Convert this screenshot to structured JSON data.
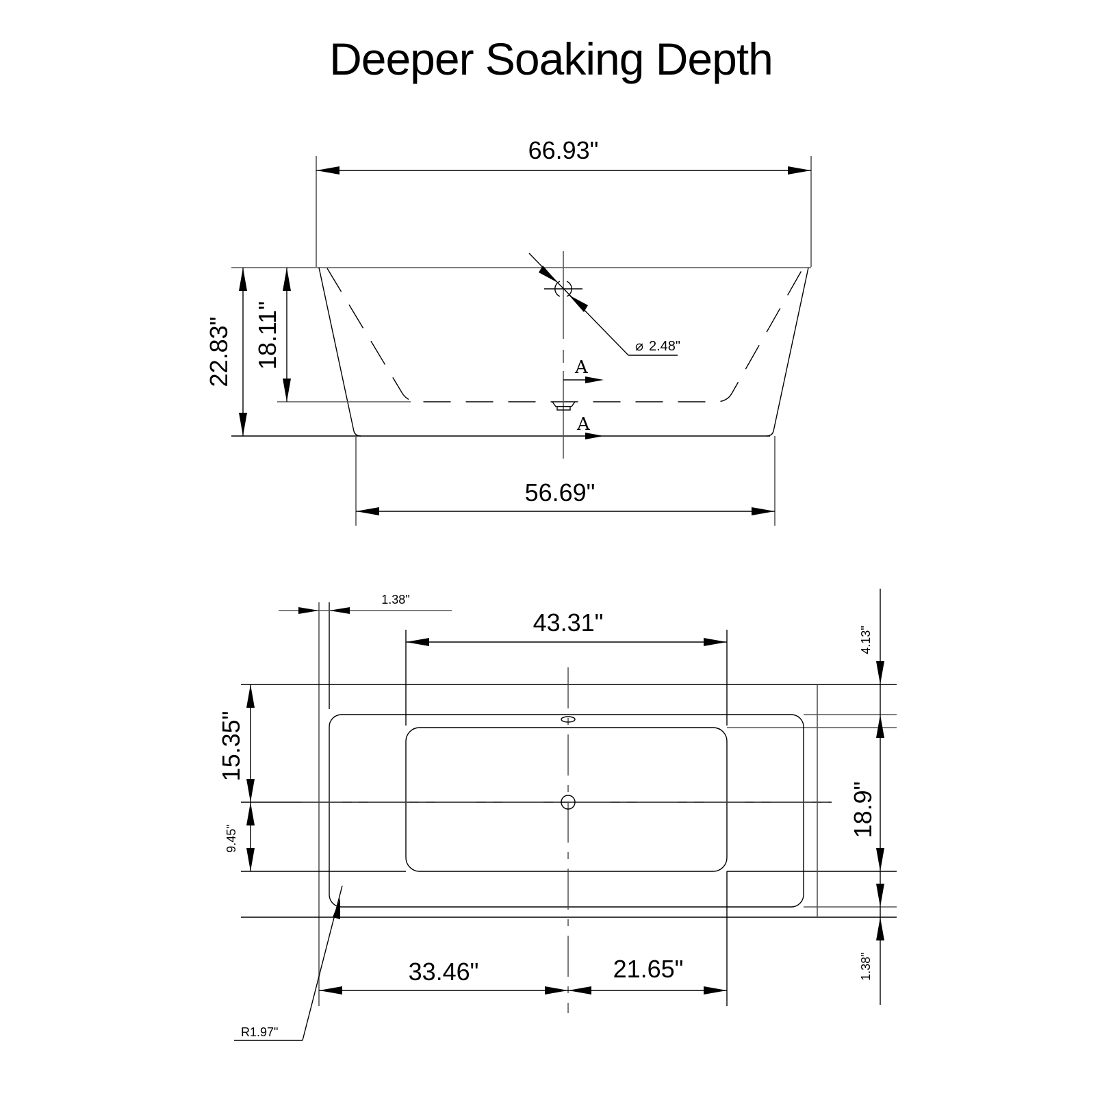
{
  "title": "Deeper Soaking Depth",
  "side_view": {
    "overall_length": "66.93\"",
    "base_length": "56.69\"",
    "overall_height": "22.83\"",
    "interior_depth": "18.11\"",
    "overflow_diameter": "2.48\"",
    "section_marker_top": "A",
    "section_marker_bottom": "A"
  },
  "top_view": {
    "rim_offset_left": "1.38\"",
    "interior_length": "43.31\"",
    "top_offset": "4.13\"",
    "upper_width": "15.35\"",
    "lower_width": "9.45\"",
    "interior_width": "18.9\"",
    "bottom_offset": "1.38\"",
    "drain_to_left": "33.46\"",
    "drain_to_right": "21.65\"",
    "corner_radius": "R1.97\""
  }
}
